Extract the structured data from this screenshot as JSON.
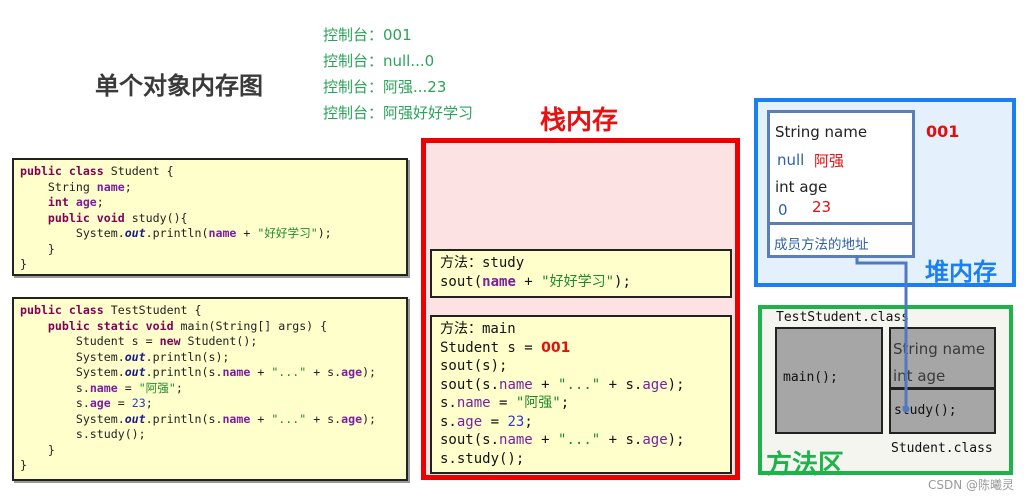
{
  "title": "单个对象内存图",
  "console": [
    "控制台：001",
    "控制台：null...0",
    "控制台：阿强...23",
    "控制台：阿强好好学习"
  ],
  "code_student": {
    "lines": [
      "public class Student {",
      "    String name;",
      "    int age;",
      "    public void study(){",
      "        System.out.println(name + \"好好学习\");",
      "    }",
      "}"
    ]
  },
  "code_test": {
    "lines": [
      "public class TestStudent {",
      "    public static void main(String[] args) {",
      "        Student s = new Student();",
      "        System.out.println(s);",
      "        System.out.println(s.name + \"...\" + s.age);",
      "        s.name = \"阿强\";",
      "        s.age = 23;",
      "        System.out.println(s.name + \"...\" + s.age);",
      "        s.study();",
      "    }",
      "}"
    ]
  },
  "stack": {
    "title": "栈内存",
    "color": "#ee0000",
    "study_frame": {
      "label": "方法：study",
      "lines": [
        "sout(name + \"好好学习\");"
      ]
    },
    "main_frame": {
      "label": "方法：main",
      "assign_prefix": "Student s = ",
      "address": "001",
      "lines": [
        "sout(s);",
        "sout(s.name + \"...\" + s.age);",
        "s.name = \"阿强\";",
        "s.age = 23;",
        "sout(s.name + \"...\" + s.age);",
        "s.study();"
      ]
    }
  },
  "heap": {
    "title": "堆内存",
    "color": "#1a7ff0",
    "address": "001",
    "object": {
      "field1_label": "String name",
      "field1_default": "null",
      "field1_value": "阿强",
      "field2_label": "int age",
      "field2_default": "0",
      "field2_value": "23",
      "method_ref": "成员方法的地址"
    }
  },
  "method_area": {
    "title": "方法区",
    "color": "#1db34a",
    "test_class_label": "TestStudent.class",
    "main_method": "main();",
    "student_class_label": "Student.class",
    "student_fields": [
      "String name",
      "int age"
    ],
    "student_method": "study();"
  },
  "watermark": "CSDN @陈曦灵"
}
